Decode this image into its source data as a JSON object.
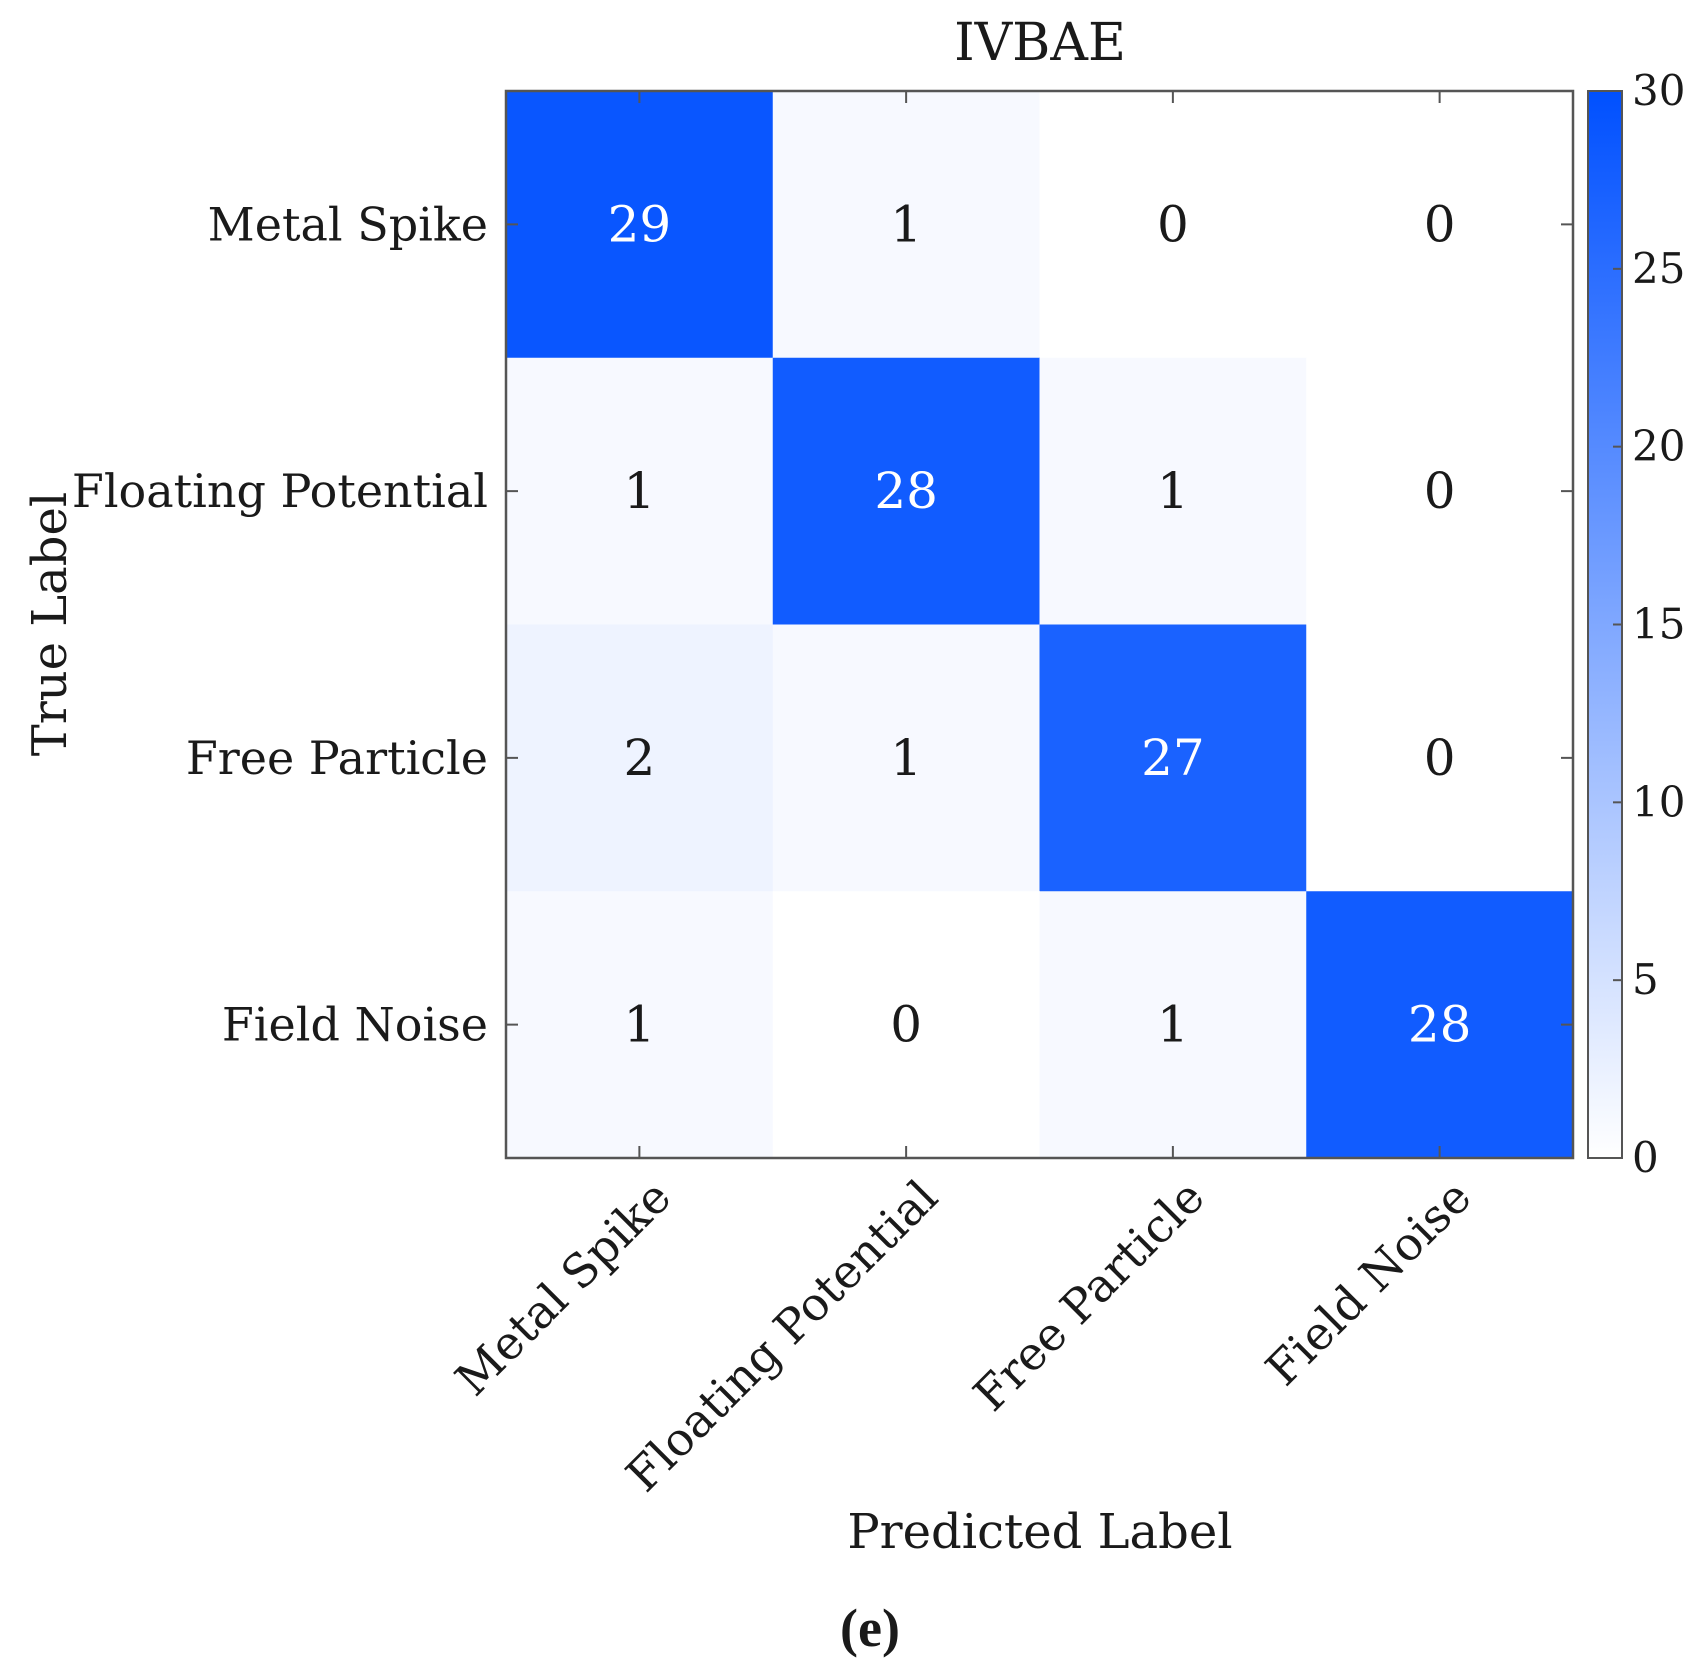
{
  "chart_data": {
    "type": "heatmap",
    "title": "IVBAE",
    "xlabel": "Predicted Label",
    "ylabel": "True Label",
    "x_categories": [
      "Metal Spike",
      "Floating Potential",
      "Free Particle",
      "Field Noise"
    ],
    "y_categories": [
      "Metal Spike",
      "Floating Potential",
      "Free Particle",
      "Field Noise"
    ],
    "values": [
      [
        29,
        1,
        0,
        0
      ],
      [
        1,
        28,
        1,
        0
      ],
      [
        2,
        1,
        27,
        0
      ],
      [
        1,
        0,
        1,
        28
      ]
    ],
    "colorbar": {
      "min": 0,
      "max": 30,
      "ticks": [
        0,
        5,
        10,
        15,
        20,
        25,
        30
      ],
      "low_color": "#ffffff",
      "high_color": "#0050ff"
    },
    "grid": false
  },
  "panel_label": "(e)"
}
